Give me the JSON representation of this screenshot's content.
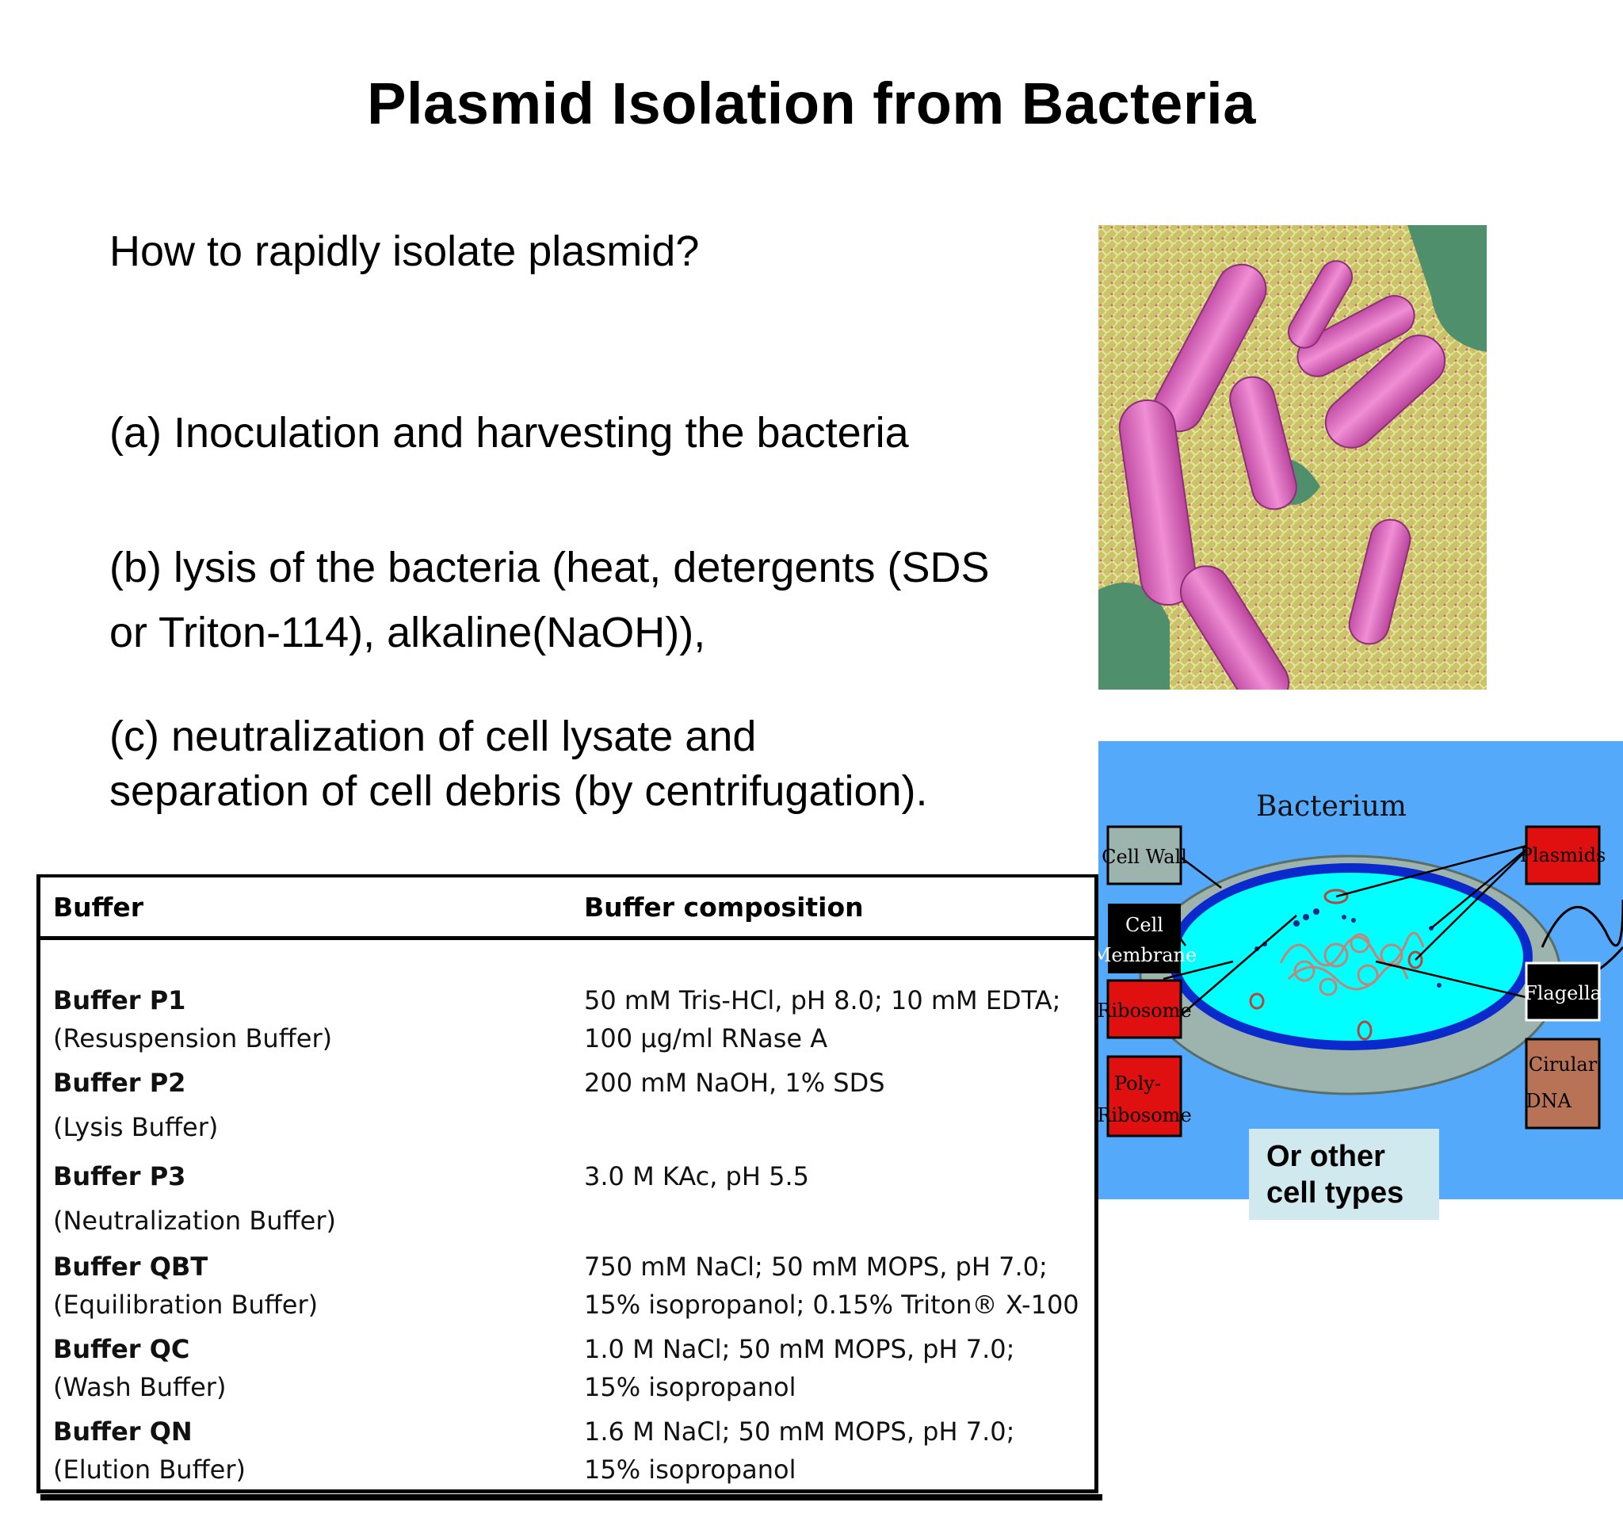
{
  "slide": {
    "title": "Plasmid Isolation from Bacteria",
    "question": "How to rapidly isolate plasmid?",
    "steps": {
      "a": "(a) Inoculation and harvesting the bacteria",
      "b": "(b) lysis of the bacteria (heat, detergents (SDS or Triton-114), alkaline(NaOH)),",
      "c": "(c) neutralization of cell lysate and separation of cell debris (by centrifugation)."
    }
  },
  "table": {
    "headers": [
      "Buffer",
      "Buffer composition"
    ],
    "rows": [
      {
        "name": "Buffer P1",
        "sub": "(Resuspension Buffer)",
        "comp1": "50 mM Tris-HCl, pH 8.0; 10 mM EDTA;",
        "comp2": "100 µg/ml RNase A"
      },
      {
        "name": "Buffer P2",
        "sub": "(Lysis Buffer)",
        "comp1": "200 mM NaOH, 1% SDS",
        "comp2": ""
      },
      {
        "name": "Buffer P3",
        "sub": "(Neutralization Buffer)",
        "comp1": "3.0 M KAc, pH 5.5",
        "comp2": ""
      },
      {
        "name": "Buffer QBT",
        "sub": "(Equilibration Buffer)",
        "comp1": "750 mM NaCl; 50 mM MOPS, pH 7.0;",
        "comp2": "15% isopropanol; 0.15% Triton® X-100"
      },
      {
        "name": "Buffer QC",
        "sub": "(Wash Buffer)",
        "comp1": "1.0 M NaCl; 50 mM MOPS, pH 7.0;",
        "comp2": "15% isopropanol"
      },
      {
        "name": "Buffer QN",
        "sub": "(Elution Buffer)",
        "comp1": "1.6 M NaCl; 50 mM MOPS, pH 7.0;",
        "comp2": "15% isopropanol"
      }
    ]
  },
  "diagram": {
    "title": "Bacterium",
    "labels": {
      "cell_wall": "Cell Wall",
      "cell_membrane_1": "Cell",
      "cell_membrane_2": "Membrane",
      "ribosome": "Ribosome",
      "polyribosome_1": "Poly-",
      "polyribosome_2": "Ribosome",
      "plasmids": "Plasmids",
      "flagella": "Flagella",
      "circular_dna_1": "Cirular",
      "circular_dna_2": "DNA"
    },
    "callout": "Or other cell types",
    "colors": {
      "background": "#54a9fb",
      "cytoplasm": "#00ffff",
      "membrane": "#0a2acb",
      "wall": "#9db3ad",
      "red_label": "#e11010",
      "brown_label": "#b87357"
    }
  },
  "photo": {
    "description_icon": "bacteria-micrograph-image"
  }
}
